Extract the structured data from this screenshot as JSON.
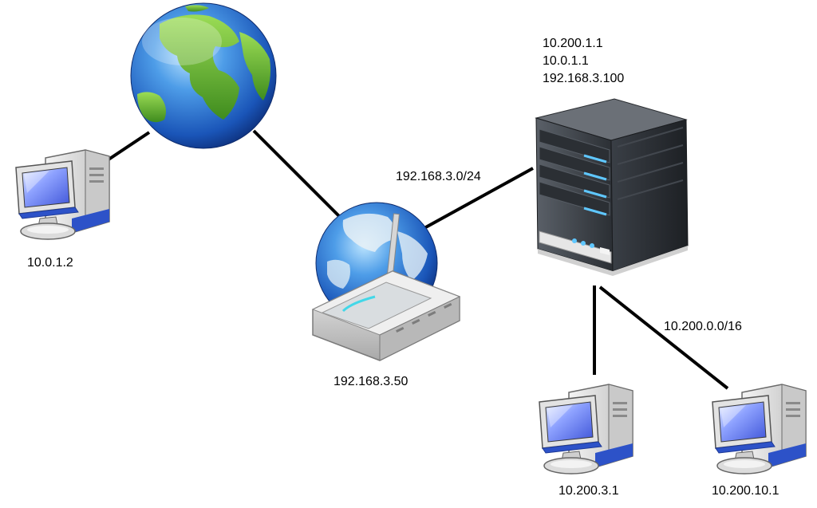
{
  "nodes": {
    "internet": {
      "label": ""
    },
    "pc_left": {
      "label": "10.0.1.2"
    },
    "router": {
      "label": "192.168.3.50"
    },
    "server": {
      "ip_lines": [
        "10.200.1.1",
        "10.0.1.1",
        "192.168.3.100"
      ]
    },
    "pc_bottom_mid": {
      "label": "10.200.3.1"
    },
    "pc_bottom_right": {
      "label": "10.200.10.1"
    }
  },
  "networks": {
    "lan": "192.168.3.0/24",
    "internal": "10.200.0.0/16"
  },
  "colors": {
    "ocean": "#2a6fd0",
    "land": "#5cb030",
    "server_body": "#26292e",
    "server_led": "#5fc7ff",
    "screen": "#8ea2ff",
    "pc_case": "#d8d8d8"
  }
}
